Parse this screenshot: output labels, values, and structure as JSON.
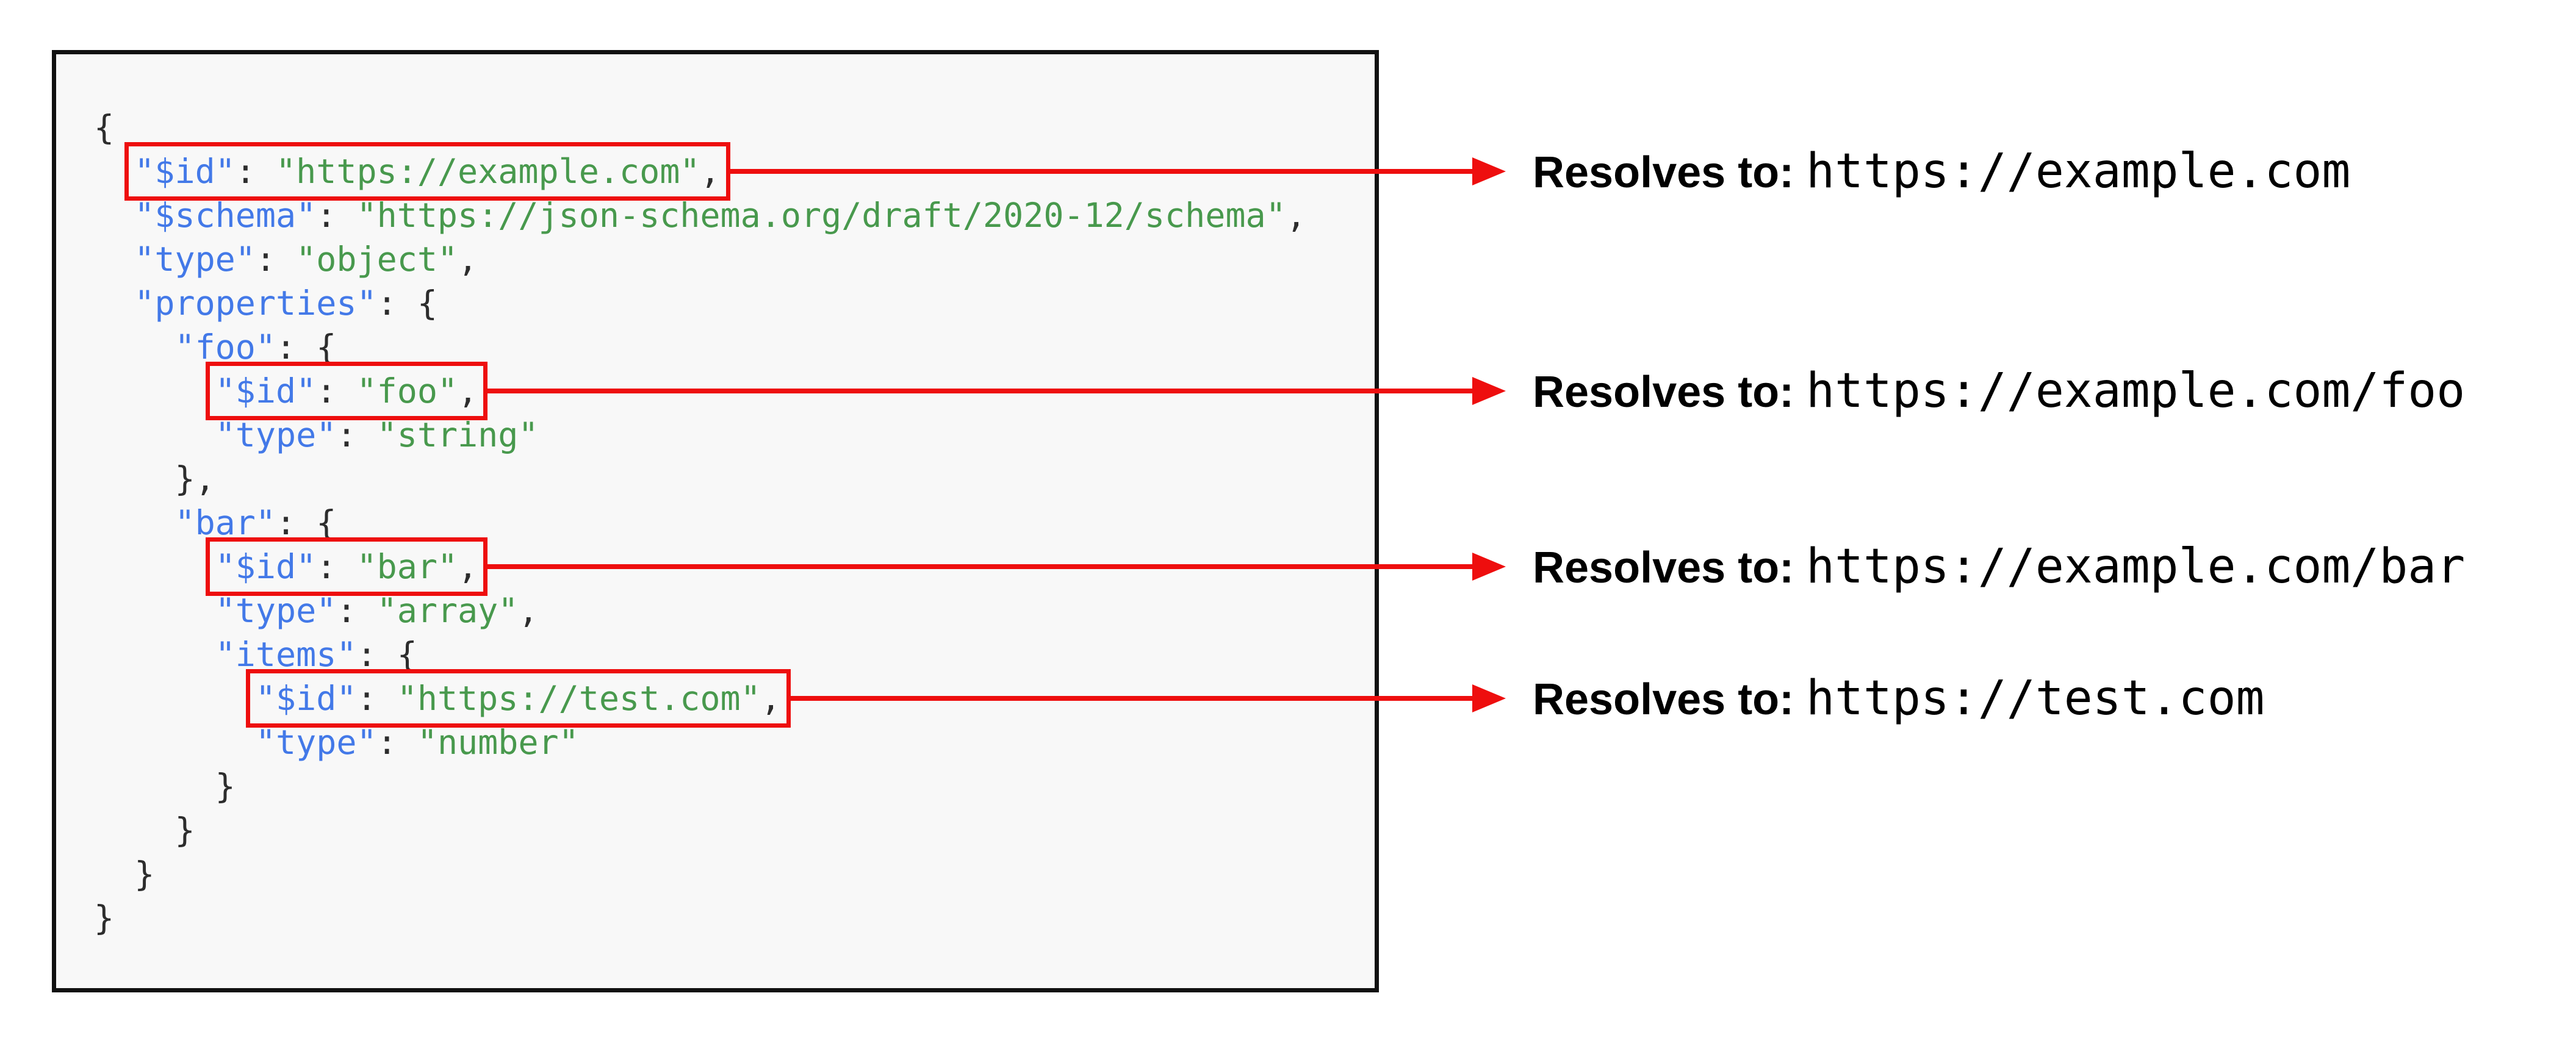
{
  "colors": {
    "accent_red": "#ee0e0e",
    "key_blue": "#4379e8",
    "string_green": "#48994d",
    "punctuation": "#2d2d2d",
    "code_background": "#f8f8f8",
    "code_border": "#111111"
  },
  "annotations": [
    {
      "label": "Resolves to:",
      "url": "https://example.com"
    },
    {
      "label": "Resolves to:",
      "url": "https://example.com/foo"
    },
    {
      "label": "Resolves to:",
      "url": "https://example.com/bar"
    },
    {
      "label": "Resolves to:",
      "url": "https://test.com"
    }
  ],
  "code": {
    "lines": [
      {
        "segments": [
          {
            "t": "{",
            "c": "p"
          }
        ]
      },
      {
        "segments": [
          {
            "t": "  ",
            "c": "p"
          },
          {
            "t": "\"$id\"",
            "c": "k",
            "h": 0
          },
          {
            "t": ": ",
            "c": "p",
            "h": 0
          },
          {
            "t": "\"https://example.com\"",
            "c": "s",
            "h": 0
          },
          {
            "t": ",",
            "c": "p",
            "h": 0
          }
        ]
      },
      {
        "segments": [
          {
            "t": "  ",
            "c": "p"
          },
          {
            "t": "\"$schema\"",
            "c": "k"
          },
          {
            "t": ": ",
            "c": "p"
          },
          {
            "t": "\"https://json-schema.org/draft/2020-12/schema\"",
            "c": "s"
          },
          {
            "t": ",",
            "c": "p"
          }
        ]
      },
      {
        "segments": [
          {
            "t": "  ",
            "c": "p"
          },
          {
            "t": "\"type\"",
            "c": "k"
          },
          {
            "t": ": ",
            "c": "p"
          },
          {
            "t": "\"object\"",
            "c": "s"
          },
          {
            "t": ",",
            "c": "p"
          }
        ]
      },
      {
        "segments": [
          {
            "t": "  ",
            "c": "p"
          },
          {
            "t": "\"properties\"",
            "c": "k"
          },
          {
            "t": ": {",
            "c": "p"
          }
        ]
      },
      {
        "segments": [
          {
            "t": "    ",
            "c": "p"
          },
          {
            "t": "\"foo\"",
            "c": "k"
          },
          {
            "t": ": {",
            "c": "p"
          }
        ]
      },
      {
        "segments": [
          {
            "t": "      ",
            "c": "p"
          },
          {
            "t": "\"$id\"",
            "c": "k",
            "h": 1
          },
          {
            "t": ": ",
            "c": "p",
            "h": 1
          },
          {
            "t": "\"foo\"",
            "c": "s",
            "h": 1
          },
          {
            "t": ",",
            "c": "p",
            "h": 1
          }
        ]
      },
      {
        "segments": [
          {
            "t": "      ",
            "c": "p"
          },
          {
            "t": "\"type\"",
            "c": "k"
          },
          {
            "t": ": ",
            "c": "p"
          },
          {
            "t": "\"string\"",
            "c": "s"
          }
        ]
      },
      {
        "segments": [
          {
            "t": "    },",
            "c": "p"
          }
        ]
      },
      {
        "segments": [
          {
            "t": "    ",
            "c": "p"
          },
          {
            "t": "\"bar\"",
            "c": "k"
          },
          {
            "t": ": {",
            "c": "p"
          }
        ]
      },
      {
        "segments": [
          {
            "t": "      ",
            "c": "p"
          },
          {
            "t": "\"$id\"",
            "c": "k",
            "h": 2
          },
          {
            "t": ": ",
            "c": "p",
            "h": 2
          },
          {
            "t": "\"bar\"",
            "c": "s",
            "h": 2
          },
          {
            "t": ",",
            "c": "p",
            "h": 2
          }
        ]
      },
      {
        "segments": [
          {
            "t": "      ",
            "c": "p"
          },
          {
            "t": "\"type\"",
            "c": "k"
          },
          {
            "t": ": ",
            "c": "p"
          },
          {
            "t": "\"array\"",
            "c": "s"
          },
          {
            "t": ",",
            "c": "p"
          }
        ]
      },
      {
        "segments": [
          {
            "t": "      ",
            "c": "p"
          },
          {
            "t": "\"items\"",
            "c": "k"
          },
          {
            "t": ": {",
            "c": "p"
          }
        ]
      },
      {
        "segments": [
          {
            "t": "        ",
            "c": "p"
          },
          {
            "t": "\"$id\"",
            "c": "k",
            "h": 3
          },
          {
            "t": ": ",
            "c": "p",
            "h": 3
          },
          {
            "t": "\"https://test.com\"",
            "c": "s",
            "h": 3
          },
          {
            "t": ",",
            "c": "p",
            "h": 3
          }
        ]
      },
      {
        "segments": [
          {
            "t": "        ",
            "c": "p"
          },
          {
            "t": "\"type\"",
            "c": "k"
          },
          {
            "t": ": ",
            "c": "p"
          },
          {
            "t": "\"number\"",
            "c": "s"
          }
        ]
      },
      {
        "segments": [
          {
            "t": "      }",
            "c": "p"
          }
        ]
      },
      {
        "segments": [
          {
            "t": "    }",
            "c": "p"
          }
        ]
      },
      {
        "segments": [
          {
            "t": "  }",
            "c": "p"
          }
        ]
      },
      {
        "segments": [
          {
            "t": "}",
            "c": "p"
          }
        ]
      }
    ]
  }
}
